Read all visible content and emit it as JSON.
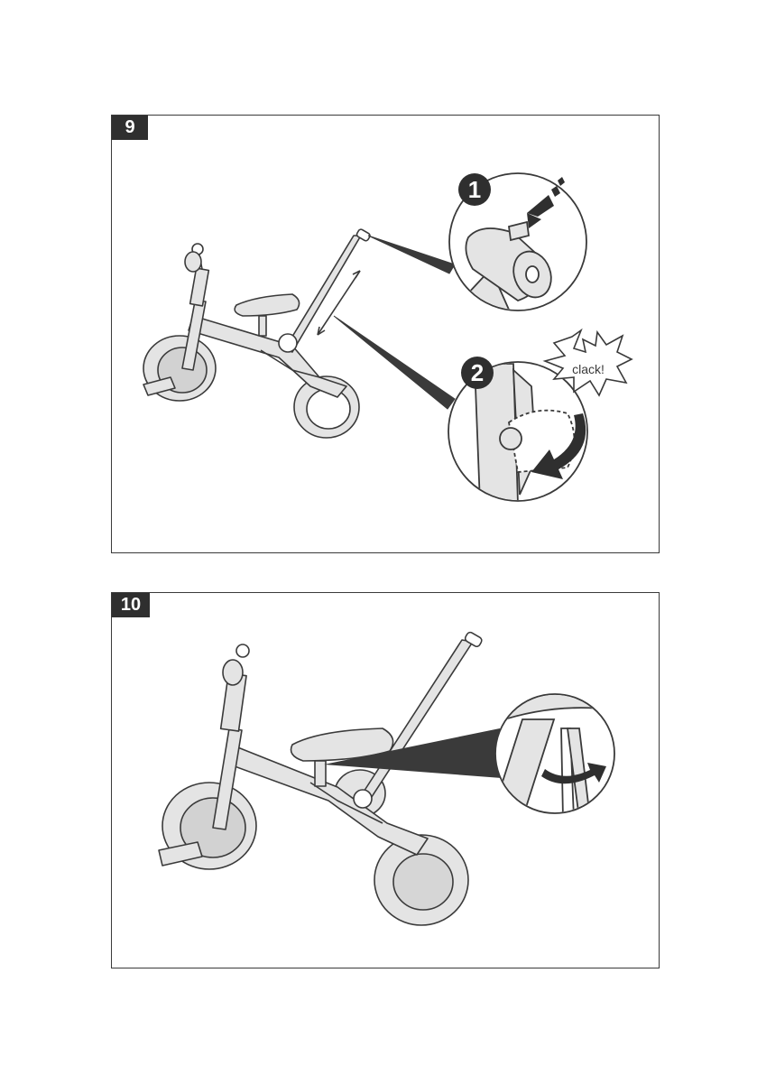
{
  "steps": [
    {
      "number": "9"
    },
    {
      "number": "10"
    }
  ],
  "callouts": {
    "marker_1": "1",
    "marker_2": "2",
    "sound": "clack!"
  },
  "colors": {
    "line": "#3a3a3a",
    "fill": "#e4e4e4",
    "badge": "#2f2f2f"
  }
}
